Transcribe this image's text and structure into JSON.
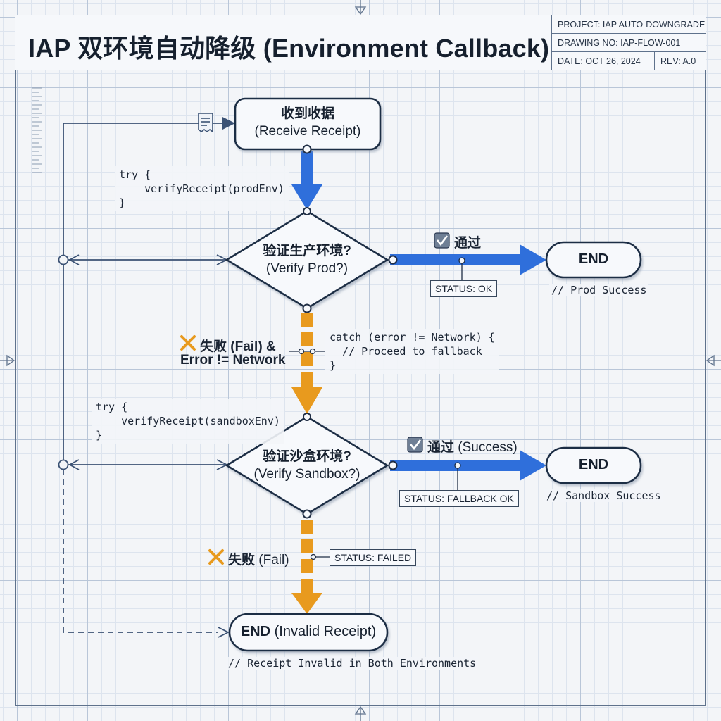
{
  "title": "IAP 双环境自动降级 (Environment Callback)",
  "title_block": {
    "project": "PROJECT: IAP AUTO-DOWNGRADE",
    "drawing_no": "DRAWING NO: IAP-FLOW-001",
    "date": "DATE: OCT 26, 2024",
    "rev": "REV: A.0"
  },
  "nodes": {
    "receive": {
      "zh": "收到收据",
      "en": "(Receive Receipt)"
    },
    "verify_prod": {
      "zh": "验证生产环境?",
      "en": "(Verify Prod?)"
    },
    "verify_sandbox": {
      "zh": "验证沙盒环境?",
      "en": "(Verify Sandbox?)"
    },
    "end_prod": {
      "label": "END",
      "caption": "// Prod Success"
    },
    "end_sandbox": {
      "label": "END",
      "caption": "// Sandbox Success"
    },
    "end_invalid": {
      "bold": "END",
      "rest": " (Invalid Receipt)",
      "caption": "// Receipt Invalid in Both Environments"
    }
  },
  "code": {
    "prod_try": "try {\n    verifyReceipt(prodEnv)\n}",
    "catch_block": "catch (error != Network) {\n  // Proceed to fallback\n}",
    "sandbox_try": "try {\n    verifyReceipt(sandboxEnv)\n}"
  },
  "edges": {
    "prod_pass": "通过",
    "prod_status": "STATUS: OK",
    "prod_fail_line1": "失败 (Fail) &",
    "prod_fail_line2": "Error != Network",
    "sandbox_pass_zh": "通过",
    "sandbox_pass_en": " (Success)",
    "sandbox_status": "STATUS: FALLBACK OK",
    "sandbox_fail_zh": "失败",
    "sandbox_fail_en": " (Fail)",
    "sandbox_fail_status": "STATUS: FAILED"
  },
  "icons": [
    "receipt-icon",
    "check-box-icon",
    "cross-icon"
  ],
  "colors": {
    "success_blue": "#2f6fdb",
    "fail_orange": "#e89a1e",
    "ink": "#1f2d44",
    "line": "#3b5274"
  }
}
